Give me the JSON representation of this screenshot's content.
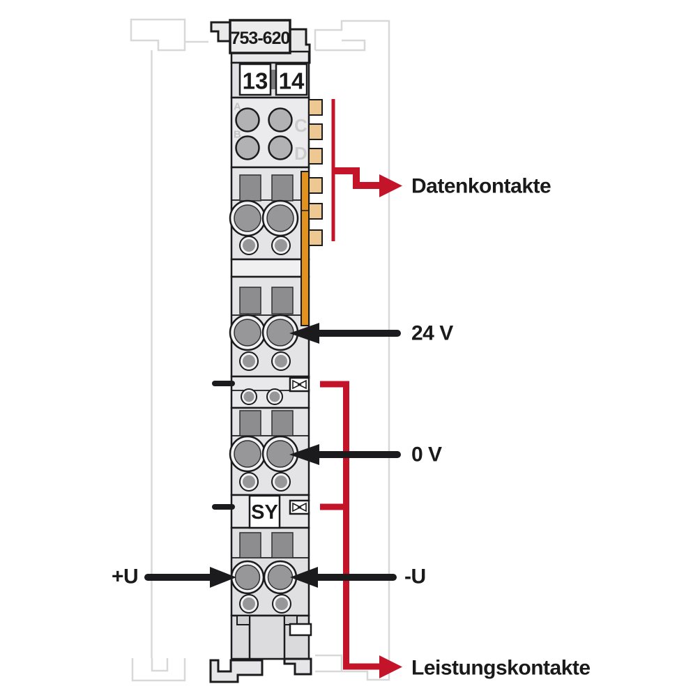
{
  "module": {
    "part_number": "753-620",
    "terminals": [
      "13",
      "14"
    ],
    "data_contact_letters": [
      "A",
      "B",
      "C",
      "D"
    ],
    "sync_marker": "SY"
  },
  "callouts": {
    "data_contacts": {
      "label": "Datenkontakte",
      "color": "#c3142a"
    },
    "supply_24v": {
      "label": "24 V",
      "color": "#1b1b1d"
    },
    "supply_0v": {
      "label": "0 V",
      "color": "#1b1b1d"
    },
    "field_supply_plus": {
      "label": "+U",
      "color": "#1b1b1d"
    },
    "field_supply_minus": {
      "label": "-U",
      "color": "#1b1b1d"
    },
    "power_contacts": {
      "label": "Leistungskontakte",
      "color": "#c3142a"
    }
  },
  "colors": {
    "callout_red": "#c3142a",
    "data_contact_tab_tan": "#eec893",
    "latch_orange": "#e2921f",
    "module_outline": "#1b1b1d",
    "ghost_outline": "#d8d8d8"
  }
}
